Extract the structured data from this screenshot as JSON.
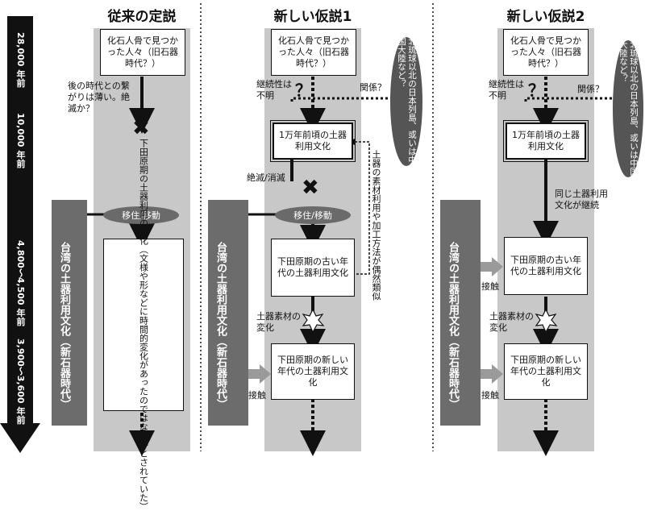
{
  "timeline": {
    "t1": "28,000 年前",
    "t2": "10,000 年前",
    "t3": "4,800〜4,500 年前",
    "t4": "3,900〜3,600 年前"
  },
  "columns": [
    {
      "title": "従来の定説"
    },
    {
      "title": "新しい仮説1"
    },
    {
      "title": "新しい仮説2"
    }
  ],
  "col1": {
    "fossil": "化石人骨で見つかった人々（旧石器時代？）",
    "note_extinct": "後の時代との繋がりは薄い。絶滅か？",
    "migrate": "移住/移動",
    "shimotabaru": "下田原期の土器利用の文化（文様や形などに時間的変化があったのではないかとされていた）"
  },
  "col2": {
    "fossil": "化石人骨で見つかった人々（旧石器時代？）",
    "continuity": "継続性は不明",
    "question": "？",
    "relation": "関係？",
    "north": "北琉球以北の日本列島、或いは中国大陸など？",
    "culture10k": "1万年前頃の土器利用文化",
    "extinct": "絶滅/消滅",
    "coincidence": "土器の素材利用や加工方法が偶然類似",
    "migrate": "移住/移動",
    "old": "下田原期の古い年代の土器利用文化",
    "change": "土器素材の変化",
    "new": "下田原期の新しい年代の土器利用文化",
    "contact": "接触",
    "taiwan": "台湾の土器利用文化（新石器時代）"
  },
  "col3": {
    "fossil": "化石人骨で見つかった人々（旧石器時代？）",
    "continuity": "継続性は不明",
    "question": "？",
    "relation": "関係？",
    "north": "北琉球以北の日本列島、或いは中国大陸など？",
    "culture10k": "1万年前頃の土器利用文化",
    "continue": "同じ土器利用文化が継続",
    "old": "下田原期の古い年代の土器利用文化",
    "contact1": "接触",
    "change": "土器素材の変化",
    "new": "下田原期の新しい年代の土器利用文化",
    "contact2": "接触",
    "taiwan": "台湾の土器利用文化（新石器時代）"
  }
}
